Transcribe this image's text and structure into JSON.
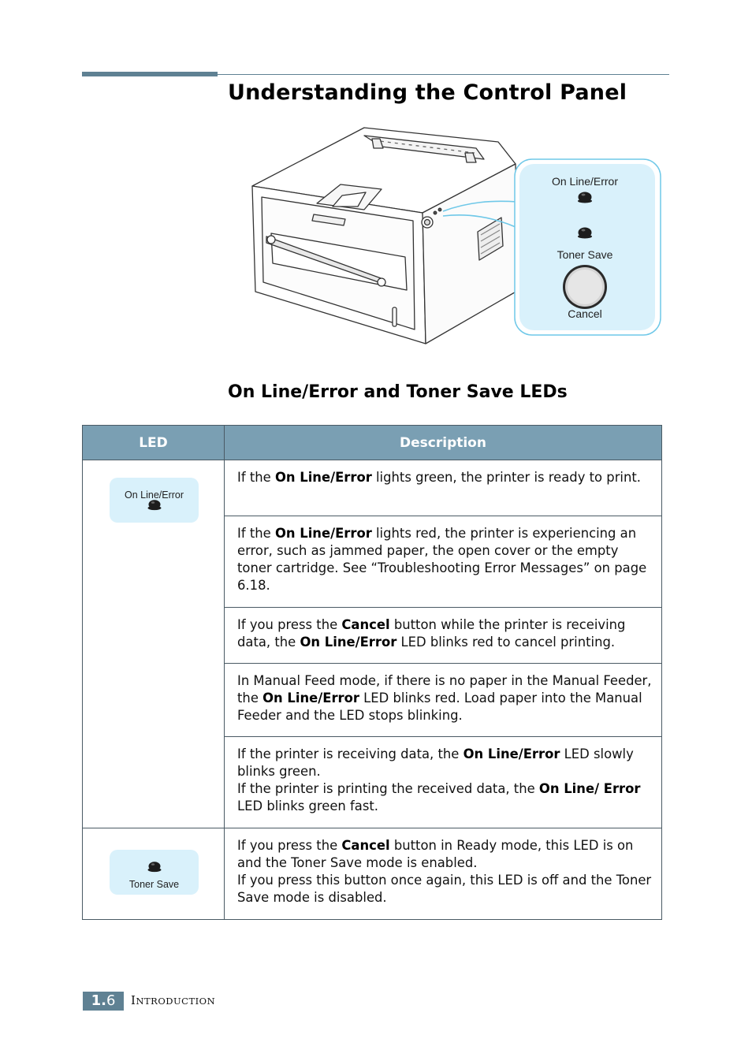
{
  "page": {
    "title": "Understanding the Control Panel",
    "section_title": "On Line/Error and Toner Save LEDs"
  },
  "panel_callout": {
    "online_label": "On Line/Error",
    "toner_label": "Toner Save",
    "cancel_label": "Cancel"
  },
  "table": {
    "headers": {
      "led": "LED",
      "description": "Description"
    },
    "online_badge_label": "On Line/Error",
    "toner_badge_label": "Toner Save",
    "rows": [
      {
        "p1": "If the ",
        "b1": "On Line/Error",
        "p2": " lights green, the printer is ready to print."
      },
      {
        "p1": "If the ",
        "b1": "On Line/Error",
        "p2": " lights red, the printer is experiencing an error, such as jammed paper, the open cover or the empty toner cartridge. See “Troubleshooting Error Messages” on page 6.18."
      },
      {
        "p1": "If you press the ",
        "b1": "Cancel",
        "p2": " button while the printer is receiving data, the ",
        "b2": "On Line/Error",
        "p3": " LED blinks red to cancel printing."
      },
      {
        "p1": "In Manual Feed mode, if there is no paper in the Manual Feeder, the ",
        "b1": "On Line/Error",
        "p2": " LED blinks red. Load paper into the Manual Feeder and the LED stops blinking."
      },
      {
        "p1": "If the printer is receiving data, the ",
        "b1": "On Line/Error",
        "p2": " LED slowly blinks green.",
        "p3": "If the printer is printing the received data, the ",
        "b2": "On Line/ Error",
        "p4": " LED blinks green fast."
      },
      {
        "p1": "If you press the ",
        "b1": "Cancel",
        "p2": " button in Ready mode, this LED is on and the Toner Save mode is enabled.",
        "p3": "If you press this button once again, this LED is off and the Toner Save mode is disabled."
      }
    ]
  },
  "footer": {
    "chapter": "1.",
    "page": "6",
    "section_first": "I",
    "section_rest": "NTRODUCTION"
  },
  "colors": {
    "accent": "#5f8193",
    "header_bg": "#7a9fb3",
    "panel_bg": "#d9f1fb"
  }
}
